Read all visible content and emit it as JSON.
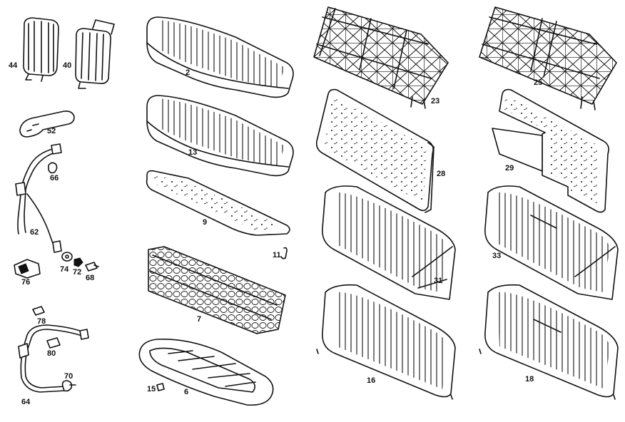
{
  "callouts": {
    "p44": "44",
    "p40": "40",
    "p52": "52",
    "p66": "66",
    "p62": "62",
    "p74": "74",
    "p72": "72",
    "p68": "68",
    "p76": "76",
    "p78": "78",
    "p80": "80",
    "p70": "70",
    "p64": "64",
    "p2": "2",
    "p13": "13",
    "p9": "9",
    "p11": "11",
    "p7": "7",
    "p15": "15",
    "p6": "6",
    "p23": "23",
    "p28": "28",
    "p31": "31",
    "p16": "16",
    "p25": "25",
    "p29": "29",
    "p33": "33",
    "p18": "18"
  }
}
